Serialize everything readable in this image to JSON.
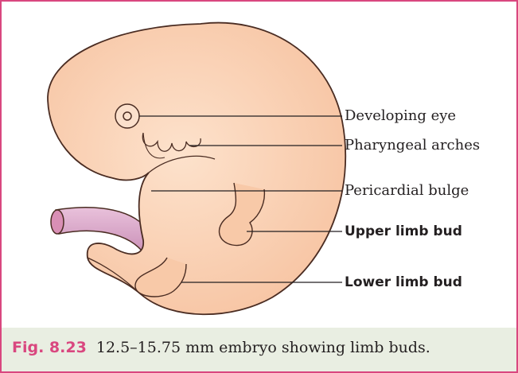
{
  "labels": {
    "developing_eye": "Developing eye",
    "pharyngeal_arches": "Pharyngeal arches",
    "pericardial_bulge": "Pericardial bulge",
    "upper_limb_bud": "Upper limb bud",
    "lower_limb_bud": "Lower limb bud"
  },
  "caption": {
    "number": "Fig. 8.23",
    "text": "12.5–15.75 mm embryo showing limb buds."
  },
  "colors": {
    "accent": "#d9477f",
    "embryo_fill": "#f9cfb0",
    "embryo_outline": "#4a2c22",
    "umbilical_cord": "#dba8cc",
    "caption_background": "#e9eee2"
  }
}
